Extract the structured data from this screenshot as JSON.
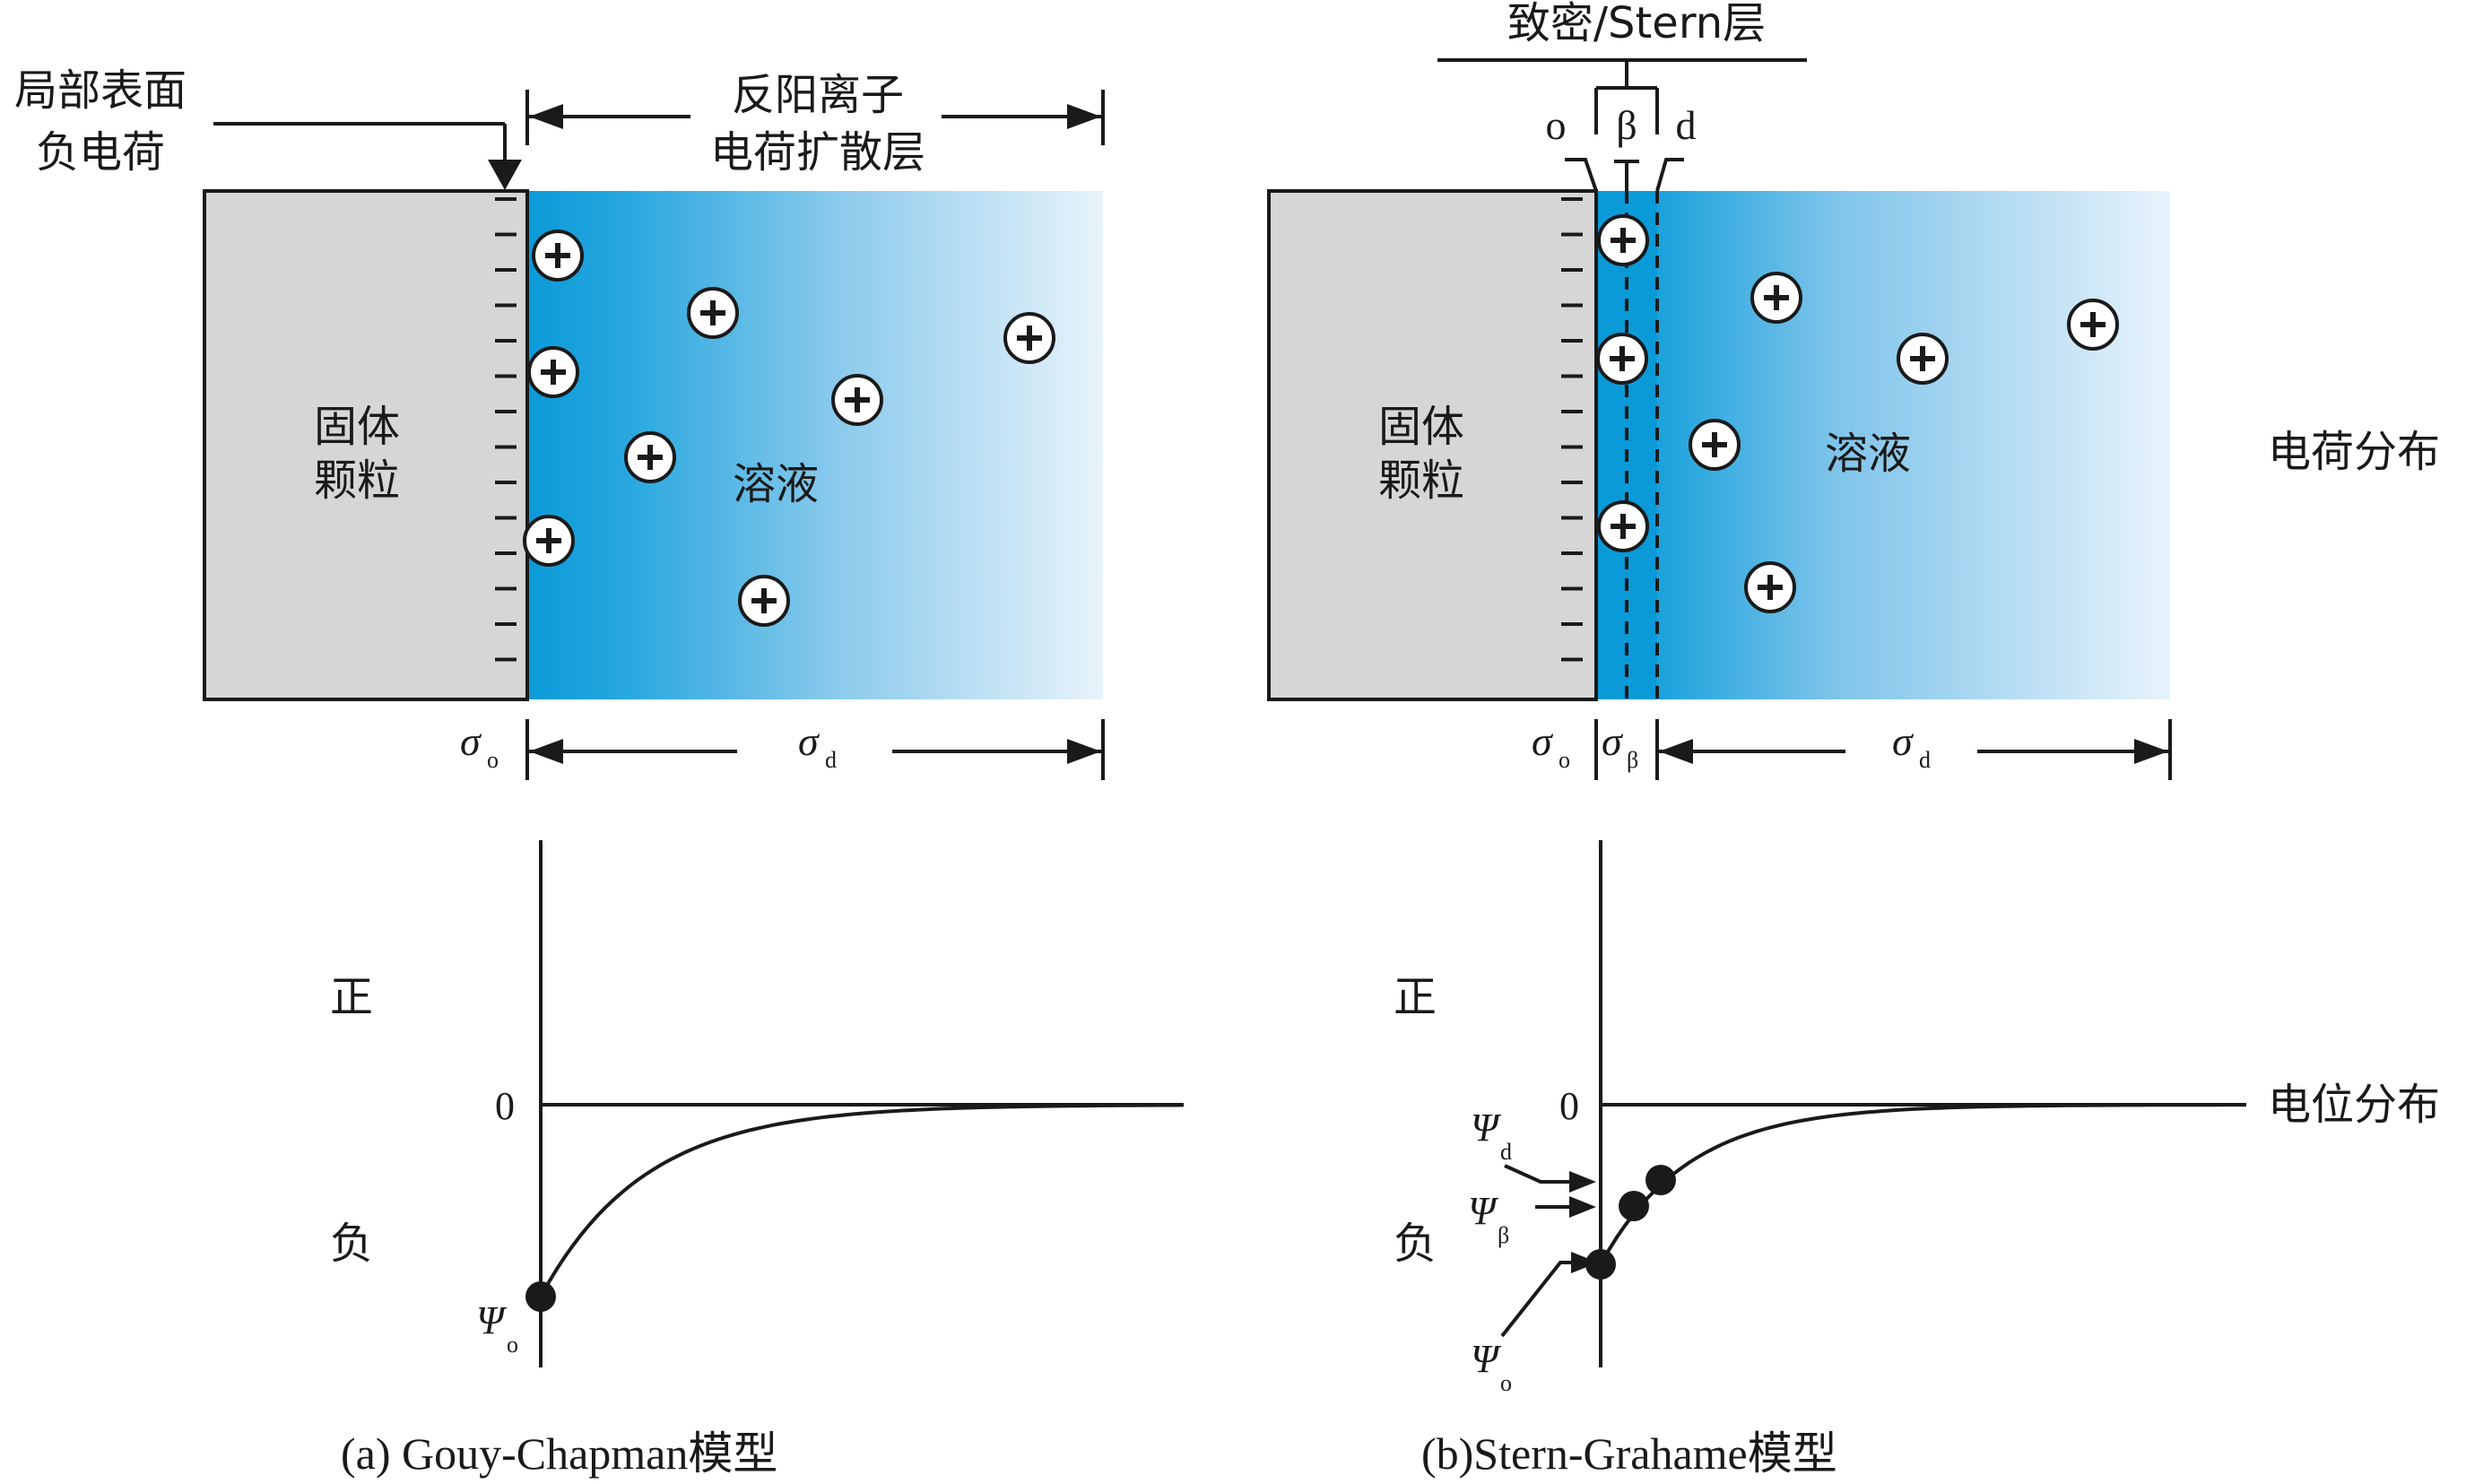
{
  "panel_a": {
    "surface_label_line1": "局部表面",
    "surface_label_line2": "负电荷",
    "diffuse_label_line1": "反阳离子",
    "diffuse_label_line2": "电荷扩散层",
    "solid_line1": "固体",
    "solid_line2": "颗粒",
    "solution": "溶液",
    "sigma": "σ",
    "sub_o": "o",
    "sub_d": "d",
    "positive": "正",
    "zero": "0",
    "negative": "负",
    "psi": "Ψ",
    "caption": "(a) Gouy-Chapman模型"
  },
  "panel_b": {
    "stern_label": "致密/Stern层",
    "plane_o": "o",
    "plane_beta": "β",
    "plane_d": "d",
    "solid_line1": "固体",
    "solid_line2": "颗粒",
    "solution": "溶液",
    "sigma": "σ",
    "sub_o": "o",
    "sub_beta": "β",
    "sub_d": "d",
    "positive": "正",
    "zero": "0",
    "negative": "负",
    "psi": "Ψ",
    "caption": "(b)Stern-Grahame模型"
  },
  "right_labels": {
    "charge_distribution": "电荷分布",
    "potential_distribution": "电位分布"
  },
  "ion_symbol": "+",
  "surface_charge_symbol": "−",
  "colors": {
    "solid_fill": "#d6d6d6",
    "solution_dark": "#0a9ad8",
    "solution_light": "#e8f3fb",
    "ink": "#1a1a1a"
  }
}
